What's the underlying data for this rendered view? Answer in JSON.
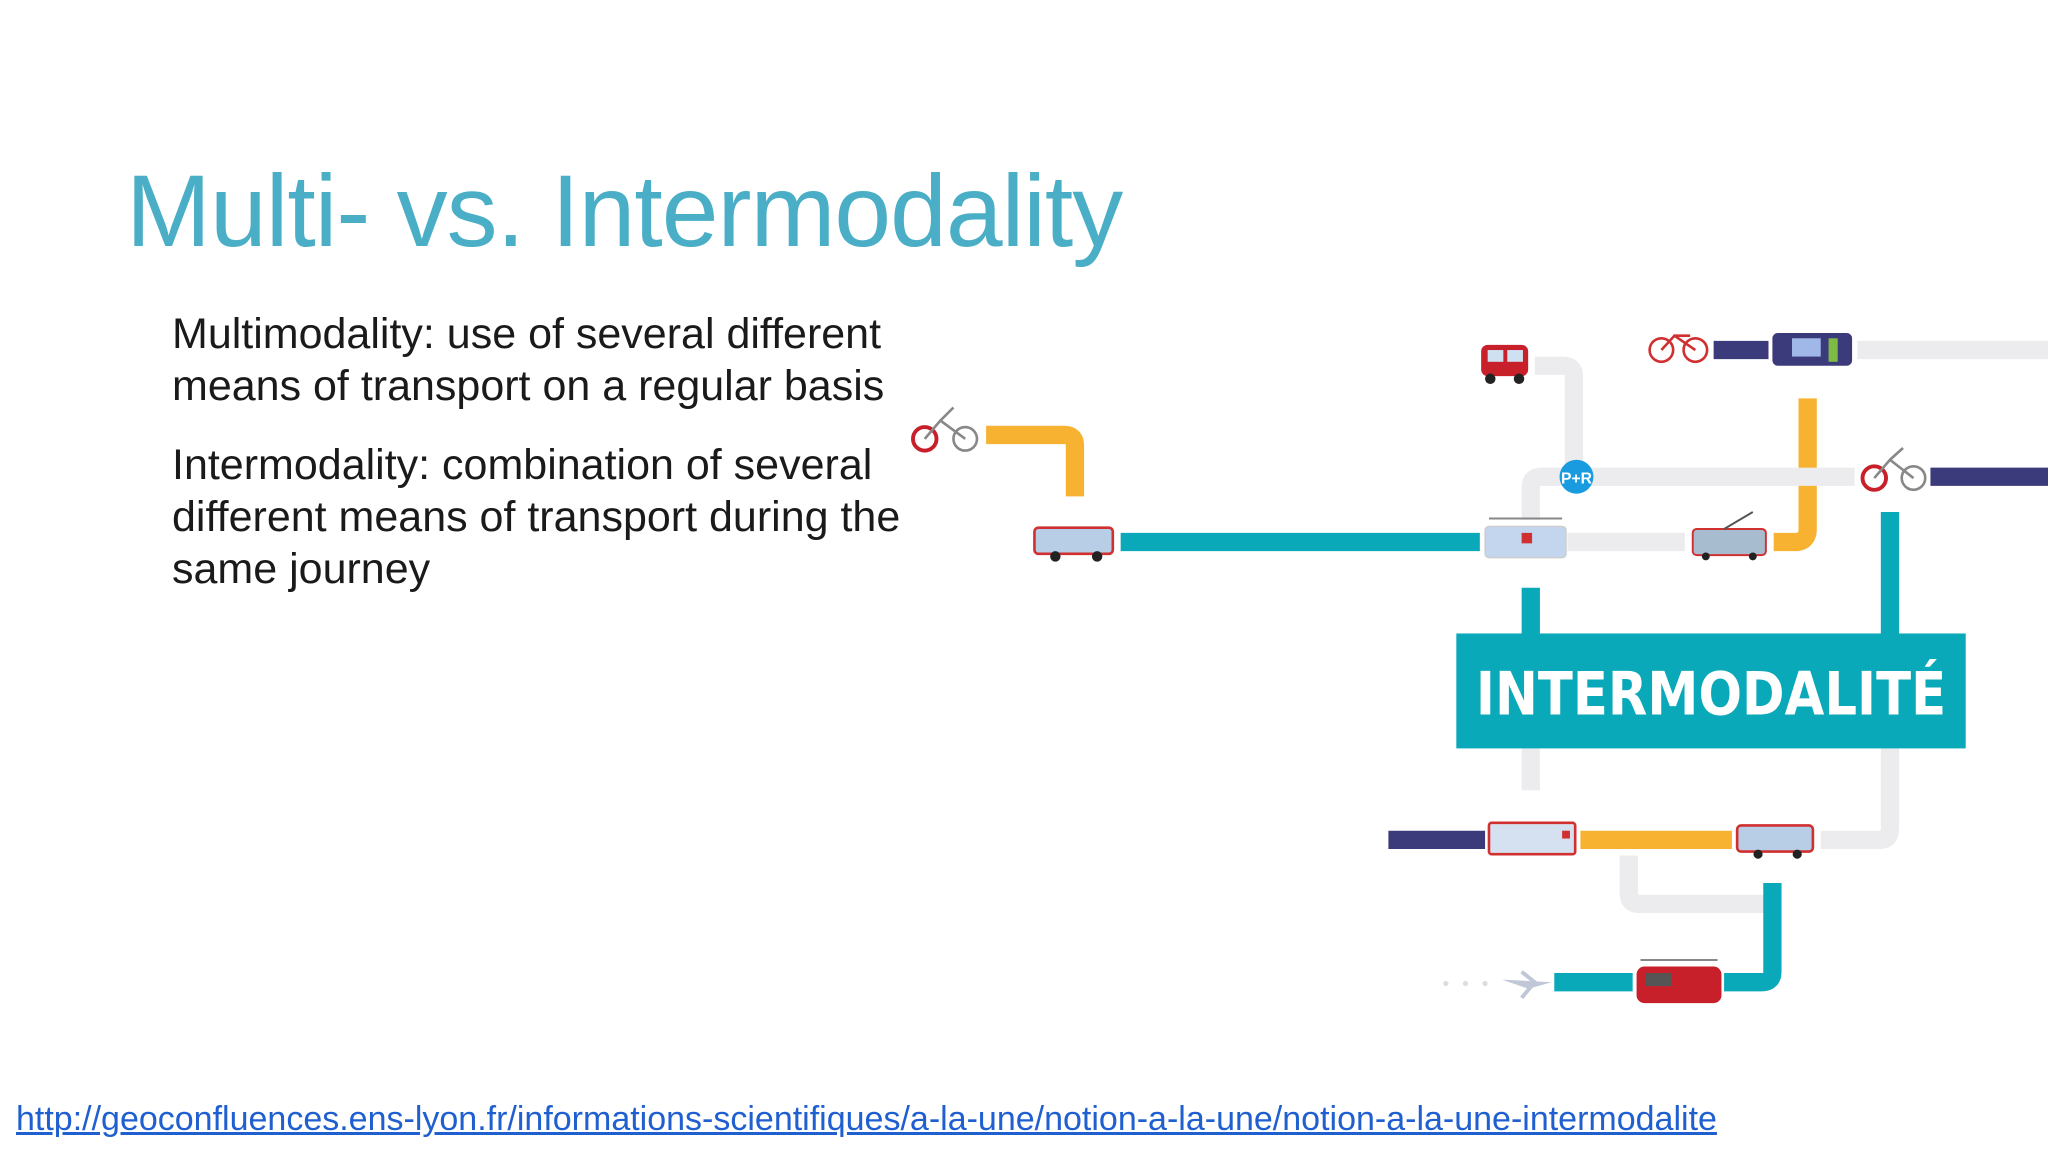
{
  "slide": {
    "title": "Multi- vs. Intermodality",
    "bullets": [
      "Multimodality: use of several different means of transport on a regular basis",
      "Intermodality: combination of several different means of transport during the same journey"
    ],
    "source_link": "http://geoconfluences.ens-lyon.fr/informations-scientifiques/a-la-une/notion-a-la-une/notion-a-la-une-intermodalite"
  },
  "diagram": {
    "label": "INTERMODALITÉ",
    "park_ride_label": "P+R",
    "colors": {
      "teal": "#0aa9b9",
      "orange": "#f7b232",
      "purple": "#3b3a7a",
      "gray": "#ececee",
      "blue": "#1a9be0",
      "red": "#c8202a"
    },
    "icons": [
      "bicycle-icon",
      "bus-icon",
      "tram-icon",
      "trolleybus-icon",
      "car-icon",
      "regional-train-icon",
      "airplane-icon",
      "express-tram-icon"
    ]
  }
}
